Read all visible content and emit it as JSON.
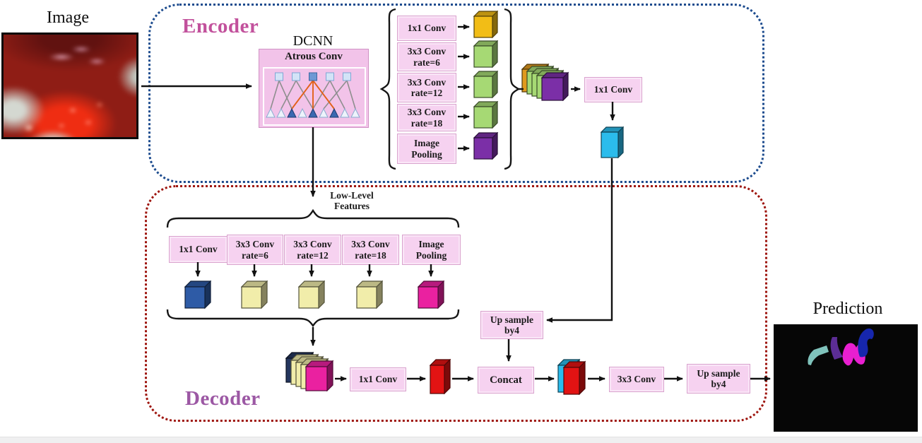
{
  "io": {
    "input_label": "Image",
    "output_label": "Prediction"
  },
  "encoder": {
    "title": "Encoder",
    "dcnn_label": "DCNN",
    "atrous_label": "Atrous Conv",
    "branches": [
      "1x1 Conv",
      "3x3 Conv\nrate=6",
      "3x3 Conv\nrate=12",
      "3x3 Conv\nrate=18",
      "Image\nPooling"
    ],
    "proj_conv": "1x1 Conv"
  },
  "decoder": {
    "title": "Decoder",
    "low_level_label": "Low-Level\nFeatures",
    "branches": [
      "1x1 Conv",
      "3x3 Conv\nrate=6",
      "3x3 Conv\nrate=12",
      "3x3 Conv\nrate=18",
      "Image\nPooling"
    ],
    "proj_conv": "1x1 Conv",
    "upsample_mid": "Up sample\nby4",
    "concat": "Concat",
    "out_conv": "3x3 Conv",
    "upsample_out": "Up sample\nby4"
  },
  "blocks": {
    "encoder_branch_outputs": [
      "#f2bd16",
      "#a6d974",
      "#a6d974",
      "#a6d974",
      "#7b2fa7"
    ],
    "encoder_concat_stack": [
      "#e09a1d",
      "#a6d974",
      "#a6d974",
      "#a6d974",
      "#7b2fa7"
    ],
    "encoder_feature": [
      "#2bbcec"
    ],
    "decoder_branch_outputs": [
      "#2e5ba6",
      "#f1edaa",
      "#f1edaa",
      "#f1edaa",
      "#ea21a0"
    ],
    "decoder_concat_stack": [
      "#24365e",
      "#f1edaa",
      "#f1edaa",
      "#f1edaa",
      "#ea21a0"
    ],
    "decoder_feature": [
      "#e21313"
    ],
    "merge_stack": [
      "#2bbcec",
      "#e21313"
    ]
  },
  "colors": {
    "encoder_border": "#1c4b8e",
    "decoder_border": "#9e150e",
    "encoder_title": "#c2519c",
    "decoder_title": "#9c58a4",
    "node_fill": "#f6d2f0",
    "node_border": "#d9a3ce"
  }
}
